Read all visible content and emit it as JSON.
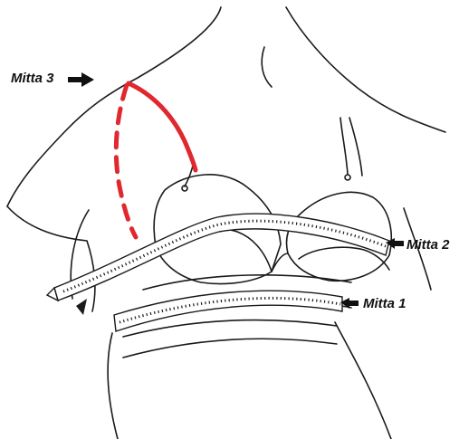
{
  "labels": {
    "m1": "Mitta 1",
    "m2": "Mitta 2",
    "m3": "Mitta 3"
  },
  "colors": {
    "line": "#1a1a1a",
    "measure_red": "#e0282f",
    "background": "#ffffff"
  },
  "icons": [
    "arrow-left-icon",
    "arrow-right-icon"
  ]
}
